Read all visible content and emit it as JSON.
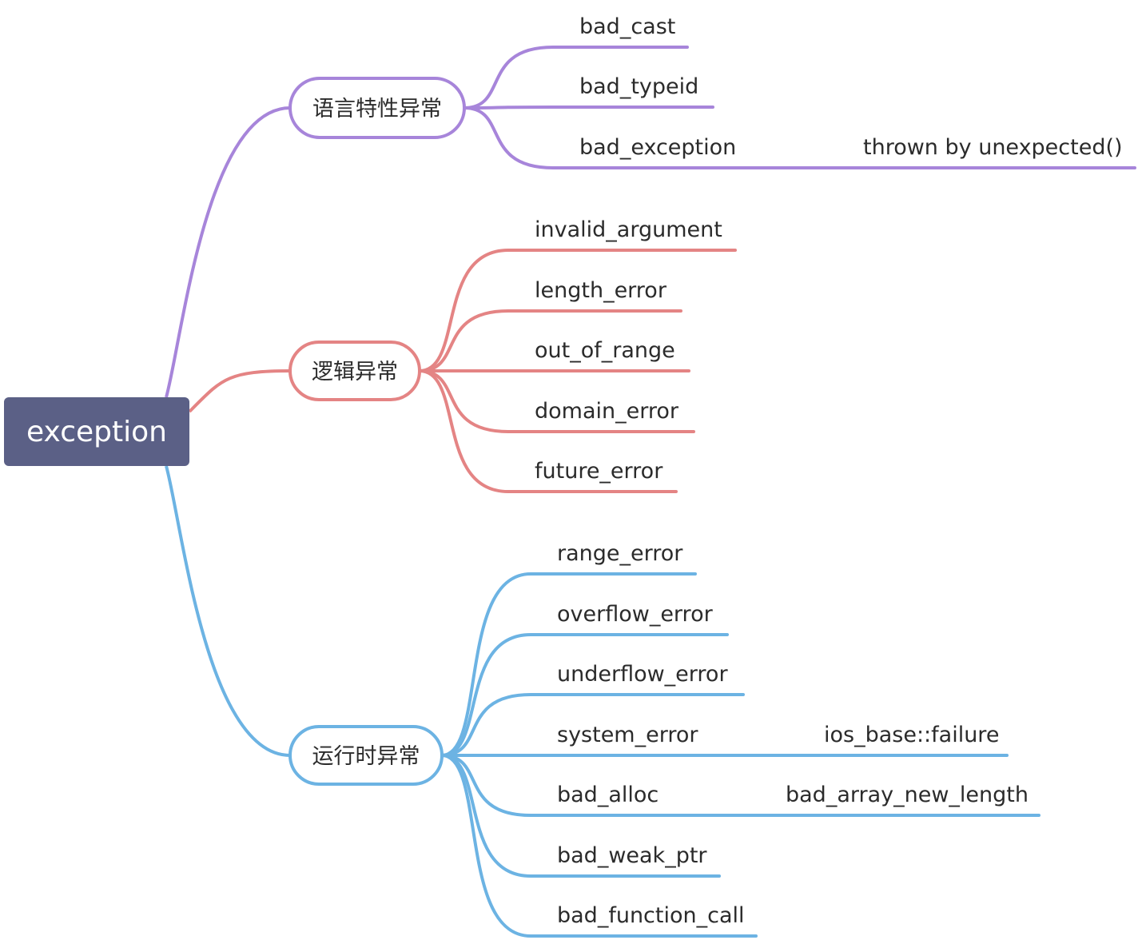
{
  "root": {
    "label": "exception",
    "color": "#5b6086"
  },
  "groups": [
    {
      "id": "language",
      "label": "语言特性异常",
      "color": "#a785da",
      "items": [
        {
          "label": "bad_cast"
        },
        {
          "label": "bad_typeid"
        },
        {
          "label": "bad_exception",
          "child": "thrown by unexpected()"
        }
      ]
    },
    {
      "id": "logic",
      "label": "逻辑异常",
      "color": "#e48484",
      "items": [
        {
          "label": "invalid_argument"
        },
        {
          "label": "length_error"
        },
        {
          "label": "out_of_range"
        },
        {
          "label": "domain_error"
        },
        {
          "label": "future_error"
        }
      ]
    },
    {
      "id": "runtime",
      "label": "运行时异常",
      "color": "#6cb3e3",
      "items": [
        {
          "label": "range_error"
        },
        {
          "label": "overflow_error"
        },
        {
          "label": "underflow_error"
        },
        {
          "label": "system_error",
          "child": "ios_base::failure"
        },
        {
          "label": "bad_alloc",
          "child": "bad_array_new_length"
        },
        {
          "label": "bad_weak_ptr"
        },
        {
          "label": "bad_function_call"
        }
      ]
    }
  ]
}
